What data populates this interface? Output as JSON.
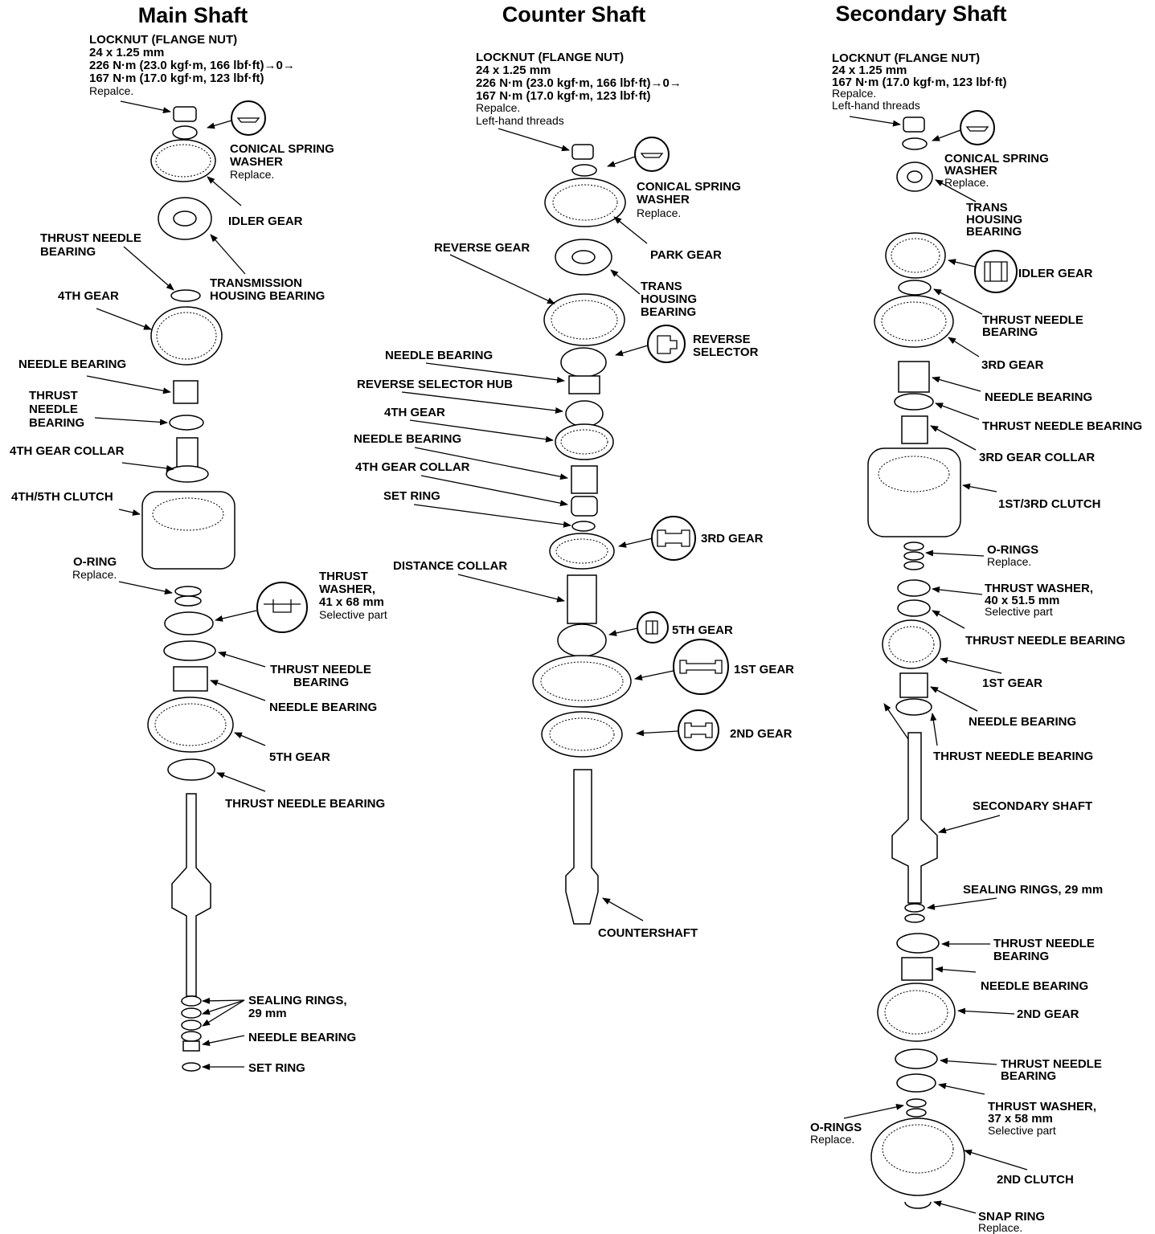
{
  "titles": {
    "main": "Main Shaft",
    "counter": "Counter Shaft",
    "secondary": "Secondary Shaft"
  },
  "main": {
    "locknut": {
      "name": "LOCKNUT (FLANGE NUT)",
      "size": "24 x 1.25 mm",
      "torque1": "226 N·m (23.0 kgf·m, 166 lbf·ft)→0→",
      "torque2": "167 N·m (17.0 kgf·m, 123 lbf·ft)",
      "note": "Repalce."
    },
    "conical_washer": [
      "CONICAL SPRING",
      "WASHER"
    ],
    "conical_washer_note": "Replace.",
    "idler_gear": "IDLER GEAR",
    "thrust_needle_1": [
      "THRUST NEEDLE",
      "BEARING"
    ],
    "trans_housing_bearing": [
      "TRANSMISSION",
      "HOUSING BEARING"
    ],
    "gear_4th": "4TH GEAR",
    "needle_bearing_1": "NEEDLE BEARING",
    "thrust_needle_2": [
      "THRUST",
      "NEEDLE",
      "BEARING"
    ],
    "gear_4th_collar": "4TH GEAR COLLAR",
    "clutch_45": "4TH/5TH CLUTCH",
    "oring": "O-RING",
    "oring_note": "Replace.",
    "thrust_washer": [
      "THRUST",
      "WASHER,",
      "41 x 68 mm"
    ],
    "thrust_washer_note": "Selective part",
    "thrust_needle_3": [
      "THRUST NEEDLE",
      "BEARING"
    ],
    "needle_bearing_2": "NEEDLE BEARING",
    "gear_5th": "5TH GEAR",
    "thrust_needle_4": "THRUST NEEDLE BEARING",
    "sealing_rings": [
      "SEALING RINGS,",
      "29 mm"
    ],
    "needle_bearing_3": "NEEDLE BEARING",
    "set_ring": "SET RING"
  },
  "counter": {
    "locknut": {
      "name": "LOCKNUT (FLANGE NUT)",
      "size": "24 x 1.25 mm",
      "torque1": "226 N·m (23.0 kgf·m, 166 lbf·ft)→0→",
      "torque2": "167 N·m (17.0 kgf·m, 123 lbf·ft)",
      "note": "Repalce.",
      "note2": "Left-hand threads"
    },
    "conical_washer": [
      "CONICAL SPRING",
      "WASHER"
    ],
    "conical_washer_note": "Replace.",
    "park_gear": "PARK GEAR",
    "reverse_gear": "REVERSE GEAR",
    "trans_housing_bearing": [
      "TRANS",
      "HOUSING",
      "BEARING"
    ],
    "reverse_selector": [
      "REVERSE",
      "SELECTOR"
    ],
    "needle_bearing_1": "NEEDLE BEARING",
    "reverse_selector_hub": "REVERSE SELECTOR HUB",
    "gear_4th": "4TH GEAR",
    "needle_bearing_2": "NEEDLE BEARING",
    "gear_4th_collar": "4TH GEAR COLLAR",
    "set_ring": "SET RING",
    "gear_3rd": "3RD GEAR",
    "distance_collar": "DISTANCE COLLAR",
    "gear_5th": "5TH GEAR",
    "gear_1st": "1ST GEAR",
    "gear_2nd": "2ND GEAR",
    "countershaft": "COUNTERSHAFT"
  },
  "secondary": {
    "locknut": {
      "name": "LOCKNUT (FLANGE NUT)",
      "size": "24 x 1.25 mm",
      "torque": "167 N·m (17.0 kgf·m, 123 lbf·ft)",
      "note": "Repalce.",
      "note2": "Left-hand threads"
    },
    "conical_washer": [
      "CONICAL SPRING",
      "WASHER"
    ],
    "conical_washer_note": "Replace.",
    "trans_housing_bearing": [
      "TRANS",
      "HOUSING",
      "BEARING"
    ],
    "idler_gear": "IDLER GEAR",
    "thrust_needle_1": [
      "THRUST NEEDLE",
      "BEARING"
    ],
    "gear_3rd": "3RD GEAR",
    "needle_bearing_1": "NEEDLE BEARING",
    "thrust_needle_2": "THRUST NEEDLE BEARING",
    "gear_3rd_collar": "3RD GEAR COLLAR",
    "clutch_13": "1ST/3RD CLUTCH",
    "orings": "O-RINGS",
    "orings_note": "Replace.",
    "thrust_washer": [
      "THRUST WASHER,",
      "40 x 51.5 mm"
    ],
    "thrust_washer_note": "Selective part",
    "thrust_needle_3": "THRUST NEEDLE BEARING",
    "gear_1st": "1ST GEAR",
    "needle_bearing_2": "NEEDLE BEARING",
    "thrust_needle_4": "THRUST NEEDLE BEARING",
    "secondary_shaft": "SECONDARY SHAFT",
    "sealing_rings": "SEALING RINGS, 29 mm",
    "thrust_needle_5": [
      "THRUST NEEDLE",
      "BEARING"
    ],
    "needle_bearing_3": "NEEDLE BEARING",
    "gear_2nd": "2ND GEAR",
    "thrust_needle_6": [
      "THRUST NEEDLE",
      "BEARING"
    ],
    "thrust_washer_2": [
      "THRUST WASHER,",
      "37 x 58 mm"
    ],
    "thrust_washer_2_note": "Selective part",
    "orings_2": "O-RINGS",
    "orings_2_note": "Replace.",
    "clutch_2nd": "2ND CLUTCH",
    "snap_ring": "SNAP RING",
    "snap_ring_note": "Replace."
  }
}
